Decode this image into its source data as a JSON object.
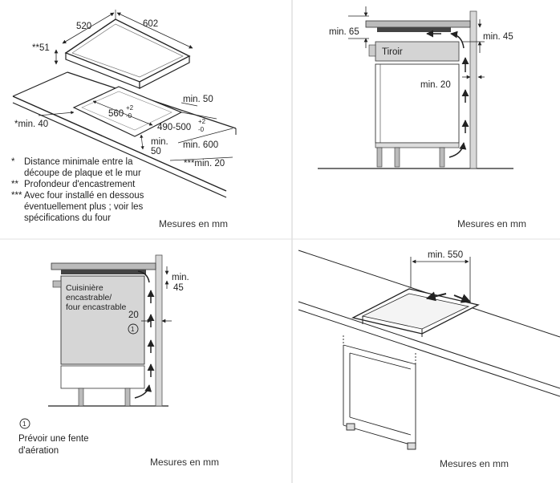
{
  "panel_tl": {
    "dim_width": "520",
    "dim_depth": "602",
    "dim_left_top": "**51",
    "dim_cutout_width": "560",
    "dim_cutout_width_tol_plus": "+2",
    "dim_cutout_width_tol_minus": "-0",
    "dim_cutout_depth": "490-500",
    "dim_cutout_depth_tol_plus": "+2",
    "dim_cutout_depth_tol_minus": "-0",
    "min_50_right": "min. 50",
    "min_40_left": "*min. 40",
    "min_50_front": "min.",
    "min_50_front_val": "50",
    "min_600": "min. 600",
    "min_20": "***min. 20",
    "notes": [
      {
        "mark": "*",
        "text": "Distance minimale entre la découpe de plaque et le mur"
      },
      {
        "mark": "**",
        "text": "Profondeur d'encastrement"
      },
      {
        "mark": "***",
        "text": "Avec four installé en dessous éventuellement plus ; voir les spécifications du four"
      }
    ],
    "caption": "Mesures en mm"
  },
  "panel_tr": {
    "min_65": "min. 65",
    "min_45": "min. 45",
    "min_20": "min. 20",
    "drawer_label": "Tiroir",
    "caption": "Mesures en mm"
  },
  "panel_bl": {
    "oven_label_1": "Cuisinière",
    "oven_label_2": "encastrable/",
    "oven_label_3": "four encastrable",
    "min_label": "min.",
    "min_val": "45",
    "dim_20": "20",
    "circle_num": "1",
    "legend_num": "1",
    "legend_line_1": "Prévoir une fente",
    "legend_line_2": "d'aération",
    "caption": "Mesures en mm"
  },
  "panel_br": {
    "min_550": "min. 550",
    "caption": "Mesures en mm"
  }
}
